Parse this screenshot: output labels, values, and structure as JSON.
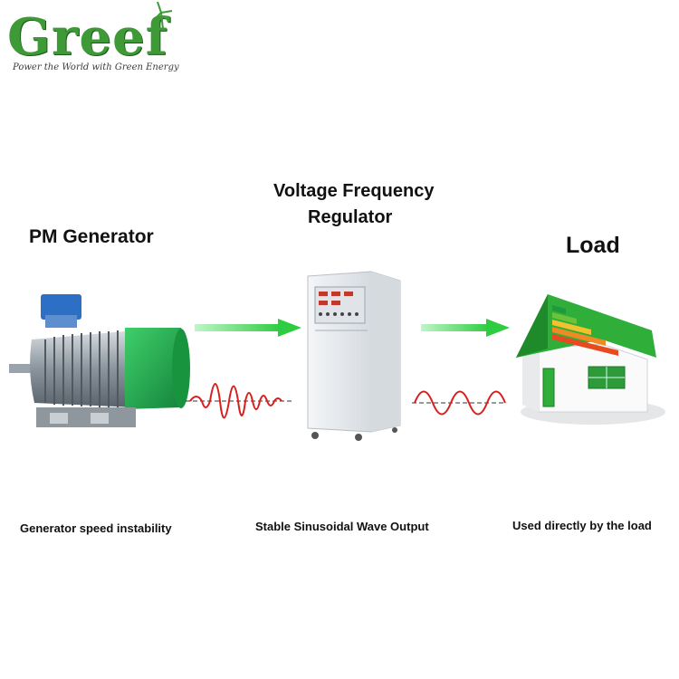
{
  "logo": {
    "text": "Greef",
    "tagline": "Power the World with Green Energy"
  },
  "labels": {
    "generator": "PM  Generator",
    "regulator_line1": "Voltage Frequency",
    "regulator_line2": "Regulator",
    "load": "Load"
  },
  "captions": {
    "generator": "Generator speed instability",
    "regulator": "Stable Sinusoidal Wave Output",
    "load": "Used directly by the load"
  },
  "colors": {
    "brand_green": "#3e9a36",
    "arrow_green": "#2ecc40",
    "wave_red": "#d62020",
    "motor_green": "#1fa64a"
  },
  "icons": [
    "wind-turbine-icon",
    "generator-icon",
    "regulator-cabinet-icon",
    "house-icon",
    "energy-rating-icon"
  ]
}
